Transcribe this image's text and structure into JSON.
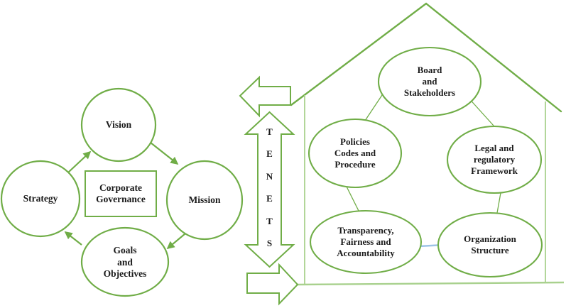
{
  "colors": {
    "green": "#70AD47",
    "light_green": "#A9D18E",
    "blue_connector": "#9DC3E6",
    "text": "#1A1A1A",
    "background": "#FFFFFF"
  },
  "left_cycle": {
    "center_box": {
      "label": "Corporate\nGovernance"
    },
    "nodes": [
      {
        "id": "vision",
        "label": "Vision"
      },
      {
        "id": "mission",
        "label": "Mission"
      },
      {
        "id": "goals-and-objectives",
        "label": "Goals\nand\nObjectives"
      },
      {
        "id": "strategy",
        "label": "Strategy"
      }
    ]
  },
  "tenets": {
    "word": "TENETS",
    "letters": [
      "T",
      "E",
      "N",
      "E",
      "T",
      "S"
    ]
  },
  "house": {
    "nodes": [
      {
        "id": "board-and-stakeholders",
        "label": "Board\nand\nStakeholders"
      },
      {
        "id": "policies-codes-procedure",
        "label": "Policies\nCodes and\nProcedure"
      },
      {
        "id": "legal-regulatory-framework",
        "label": "Legal and\nregulatory\nFramework"
      },
      {
        "id": "transparency-fairness-accountability",
        "label": "Transparency,\nFairness and\nAccountability"
      },
      {
        "id": "organization-structure",
        "label": "Organization\nStructure"
      }
    ]
  }
}
